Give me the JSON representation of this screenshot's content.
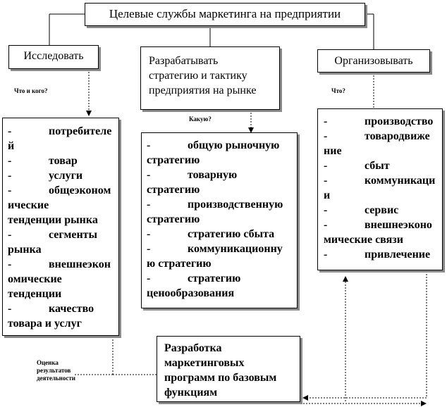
{
  "title": "Целевые службы маркетинга на предприятии",
  "columns": [
    {
      "header": "Исследовать",
      "question": "Что и кого?",
      "items": [
        {
          "first": "потребителе",
          "rest": [
            "й"
          ]
        },
        {
          "first": "товар",
          "rest": []
        },
        {
          "first": "услуги",
          "rest": []
        },
        {
          "first": "общеэконом",
          "rest": [
            "ические",
            "тенденции рынка"
          ]
        },
        {
          "first": "сегменты",
          "rest": [
            "рынка"
          ]
        },
        {
          "first": "внешнеэкон",
          "rest": [
            "омические",
            "тенденции"
          ]
        },
        {
          "first": "качество",
          "rest": [
            "товара и услуг"
          ]
        }
      ]
    },
    {
      "header_lines": [
        "Разрабатывать",
        "стратегию и тактику",
        "предприятия на рынке"
      ],
      "question": "Какую?",
      "items": [
        {
          "first": "общую рыночную",
          "rest": [
            "стратегию"
          ]
        },
        {
          "first": "товарную",
          "rest": [
            "стратегию"
          ]
        },
        {
          "first": "производственную",
          "rest": [
            "стратегию"
          ]
        },
        {
          "first": "стратегию сбыта",
          "rest": []
        },
        {
          "first": "коммуникационну",
          "rest": [
            "ю стратегию"
          ]
        },
        {
          "first": "стратегию",
          "rest": [
            "ценообразования"
          ]
        }
      ]
    },
    {
      "header": "Организовывать",
      "question": "Что?",
      "items": [
        {
          "first": "производство",
          "rest": []
        },
        {
          "first": "товародвиже",
          "rest": [
            "ние"
          ]
        },
        {
          "first": "сбыт",
          "rest": []
        },
        {
          "first": "коммуникаци",
          "rest": [
            "и"
          ]
        },
        {
          "first": "сервис",
          "rest": []
        },
        {
          "first": "внешнеэконо",
          "rest": [
            "мические связи"
          ]
        },
        {
          "first": "привлечение",
          "rest": []
        }
      ]
    }
  ],
  "dash": "-",
  "program_box_lines": [
    "Разработка",
    "маркетинговых",
    "программ по базовым",
    "функциям"
  ],
  "evaluation_lines": [
    "Оценка",
    "результатов",
    "деятельности"
  ]
}
